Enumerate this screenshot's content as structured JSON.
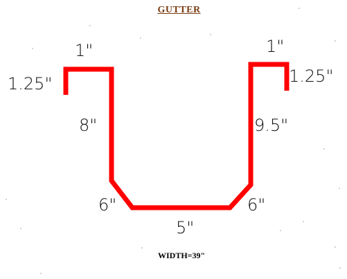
{
  "title": "GUTTER",
  "colors": {
    "title": "#7a3b12",
    "profile": "#ff0000",
    "text": "#111111"
  },
  "dimensions": {
    "left_top_flange": "1\"",
    "left_lip": "1.25\"",
    "left_side": "8\"",
    "left_bevel": "6\"",
    "bottom": "5\"",
    "right_bevel": "6\"",
    "right_side": "9.5\"",
    "right_top_flange": "1\"",
    "right_lip": "1.25\""
  },
  "width_label": "WIDTH=39\""
}
